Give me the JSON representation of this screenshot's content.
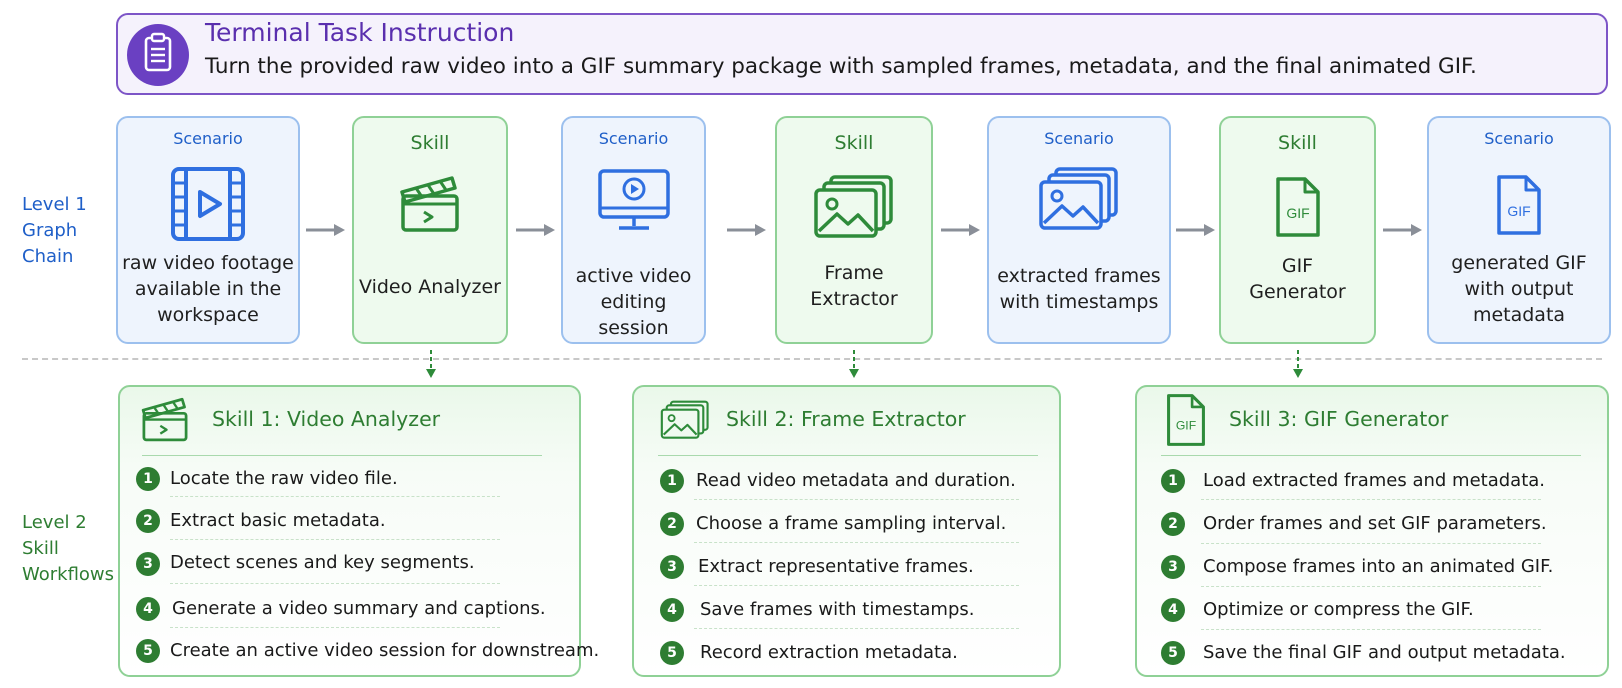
{
  "header": {
    "title": "Terminal Task Instruction",
    "description": "Turn the provided raw video into a GIF summary package with sampled frames, metadata, and the final animated GIF.",
    "icon": "clipboard-icon",
    "accent": "#6a40c2"
  },
  "levels": {
    "level1_label": [
      "Level 1",
      "Graph",
      "Chain"
    ],
    "level2_label": [
      "Level 2",
      "Skill",
      "Workflows"
    ]
  },
  "colors": {
    "scenario": "#1f5fc8",
    "skill": "#2e7d32"
  },
  "chain": [
    {
      "type": "Scenario",
      "icon": "video-file-icon",
      "text": [
        "raw video footage",
        "available in the",
        "workspace"
      ]
    },
    {
      "type": "Skill",
      "icon": "clapperboard-icon",
      "text": [
        "Video Analyzer"
      ]
    },
    {
      "type": "Scenario",
      "icon": "monitor-play-icon",
      "text": [
        "active video",
        "editing session"
      ]
    },
    {
      "type": "Skill",
      "icon": "images-icon",
      "text": [
        "Frame",
        "Extractor"
      ]
    },
    {
      "type": "Scenario",
      "icon": "images-icon",
      "text": [
        "extracted frames",
        "with timestamps"
      ]
    },
    {
      "type": "Skill",
      "icon": "gif-file-icon",
      "text": [
        "GIF",
        "Generator"
      ]
    },
    {
      "type": "Scenario",
      "icon": "gif-file-icon",
      "text": [
        "generated GIF",
        "with output",
        "metadata"
      ]
    }
  ],
  "gif_label": "GIF",
  "workflows": [
    {
      "title": "Skill 1: Video Analyzer",
      "icon": "clapperboard-icon",
      "steps": [
        {
          "n": "1",
          "text": "Locate the raw video file."
        },
        {
          "n": "2",
          "text": "Extract basic metadata."
        },
        {
          "n": "3",
          "text": "Detect scenes and key segments."
        },
        {
          "n": "4",
          "text": "Generate a video summary and captions."
        },
        {
          "n": "5",
          "text": "Create an active video session for downstream."
        }
      ]
    },
    {
      "title": "Skill 2: Frame Extractor",
      "icon": "images-icon",
      "steps": [
        {
          "n": "1",
          "text": "Read video metadata and duration."
        },
        {
          "n": "2",
          "text": "Choose a frame sampling interval."
        },
        {
          "n": "3",
          "text": "Extract representative frames."
        },
        {
          "n": "4",
          "text": "Save frames with timestamps."
        },
        {
          "n": "5",
          "text": "Record extraction metadata."
        }
      ]
    },
    {
      "title": "Skill 3: GIF Generator",
      "icon": "gif-file-icon",
      "steps": [
        {
          "n": "1",
          "text": "Load extracted frames and metadata."
        },
        {
          "n": "2",
          "text": "Order frames and set GIF parameters."
        },
        {
          "n": "3",
          "text": "Compose frames into an animated GIF."
        },
        {
          "n": "4",
          "text": "Optimize or compress the GIF."
        },
        {
          "n": "5",
          "text": "Save the final GIF and output metadata."
        }
      ]
    }
  ]
}
